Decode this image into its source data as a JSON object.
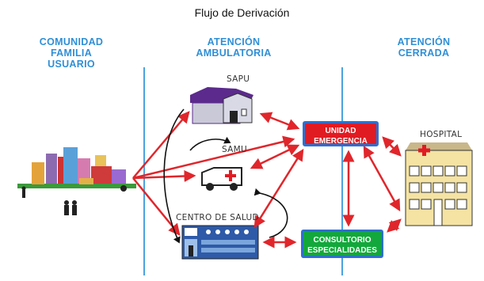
{
  "title": "Flujo de Derivación",
  "columns": [
    {
      "lines": [
        "COMUNIDAD",
        "FAMILIA",
        "USUARIO"
      ]
    },
    {
      "lines": [
        "ATENCIÓN",
        "AMBULATORIA"
      ]
    },
    {
      "lines": [
        "ATENCIÓN",
        "CERRADA"
      ]
    }
  ],
  "nodes": {
    "sapu": "SAPU",
    "samu": "SAMU",
    "centro_salud": "CENTRO DE SALUD",
    "hospital": "HOSPITAL",
    "unidad_emergencia": [
      "UNIDAD",
      "EMERGENCIA"
    ],
    "consultorio": [
      "CONSULTORIO",
      "ESPECIALIDADES"
    ]
  },
  "colors": {
    "heading_blue": "#2f8fd6",
    "divider_blue": "#4aa3e0",
    "arrow_red": "#e0262b",
    "emergency_red": "#e11b22",
    "consultorio_green": "#12a83b",
    "box_border_blue": "#2f6fd0",
    "sapu_purple": "#5b2a8c",
    "hospital_yellow": "#f4e3a3"
  },
  "icons": [
    "community-city-icon",
    "sapu-building-icon",
    "ambulance-icon",
    "health-center-icon",
    "hospital-building-icon"
  ]
}
